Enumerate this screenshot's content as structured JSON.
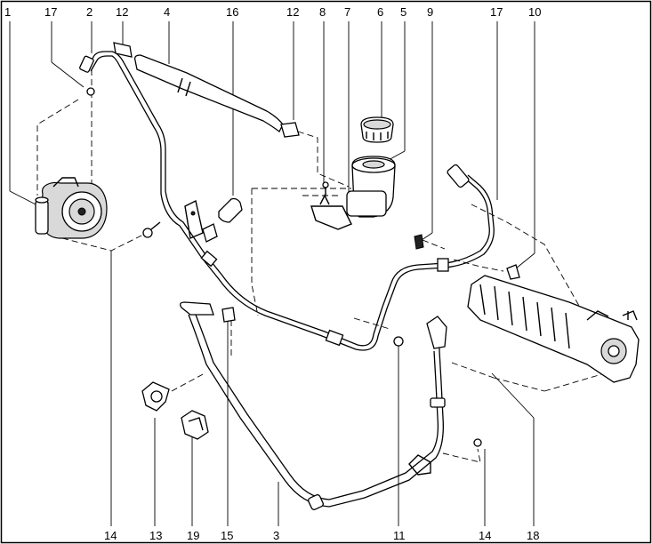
{
  "diagram": {
    "top_callouts": [
      {
        "id": "c1",
        "text": "1"
      },
      {
        "id": "c17a",
        "text": "17"
      },
      {
        "id": "c2",
        "text": "2"
      },
      {
        "id": "c12a",
        "text": "12"
      },
      {
        "id": "c4",
        "text": "4"
      },
      {
        "id": "c16",
        "text": "16"
      },
      {
        "id": "c12b",
        "text": "12"
      },
      {
        "id": "c8",
        "text": "8"
      },
      {
        "id": "c7",
        "text": "7"
      },
      {
        "id": "c6",
        "text": "6"
      },
      {
        "id": "c5",
        "text": "5"
      },
      {
        "id": "c9",
        "text": "9"
      },
      {
        "id": "c17b",
        "text": "17"
      },
      {
        "id": "c10",
        "text": "10"
      }
    ],
    "bottom_callouts": [
      {
        "id": "c14a",
        "text": "14"
      },
      {
        "id": "c13",
        "text": "13"
      },
      {
        "id": "c19",
        "text": "19"
      },
      {
        "id": "c15",
        "text": "15"
      },
      {
        "id": "c3",
        "text": "3"
      },
      {
        "id": "c11",
        "text": "11"
      },
      {
        "id": "c14b",
        "text": "14"
      },
      {
        "id": "c18",
        "text": "18"
      }
    ]
  }
}
